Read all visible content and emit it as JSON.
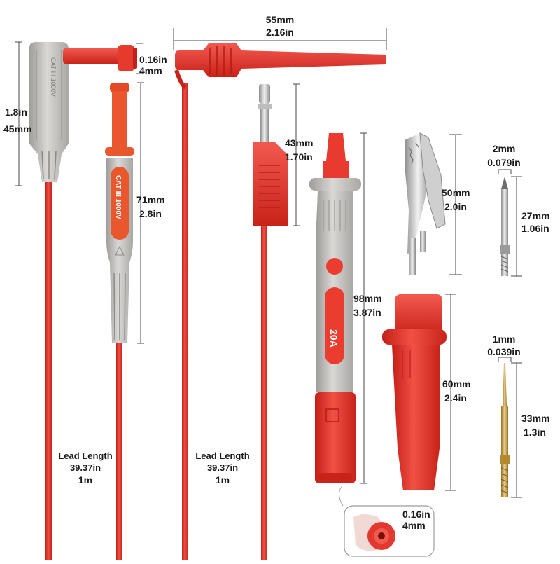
{
  "accent": "#e8392e",
  "cable_color": "#e8392e",
  "housing_gray": "#c9c7c4",
  "brass": "#c9a04a",
  "probe_housing_markings": {
    "right_angle": "CAT III 1000V",
    "straight": "CAT III 1000V",
    "needle_probe_band": "20A"
  },
  "labels": {
    "top_span": {
      "mm": "55mm",
      "in": "2.16in"
    },
    "right_angle_tip": {
      "in": "0.16in",
      "mm": "4mm"
    },
    "right_angle_height": {
      "in": "1.8in",
      "mm": "45mm"
    },
    "straight_probe": {
      "mm": "71mm",
      "in": "2.8in"
    },
    "banana": {
      "mm": "43mm",
      "in": "1.70in"
    },
    "needle_probe": {
      "mm": "98mm",
      "in": "3.87in"
    },
    "clip": {
      "mm": "50mm",
      "in": "2.0in"
    },
    "pin_top_diameter": {
      "mm": "2mm",
      "in": "0.079in"
    },
    "pin_top_length": {
      "mm": "27mm",
      "in": "1.06in"
    },
    "pin_bottom_diameter": {
      "mm": "1mm",
      "in": "0.039in"
    },
    "pin_bottom_length": {
      "mm": "33mm",
      "in": "1.3in"
    },
    "insulated_clip": {
      "mm": "60mm",
      "in": "2.4in"
    },
    "socket_detail": {
      "in": "0.16in",
      "mm": "4mm"
    },
    "lead_left": {
      "title": "Lead Length",
      "in": "39.37in",
      "m": "1m"
    },
    "lead_right": {
      "title": "Lead Length",
      "in": "39.37in",
      "m": "1m"
    }
  }
}
